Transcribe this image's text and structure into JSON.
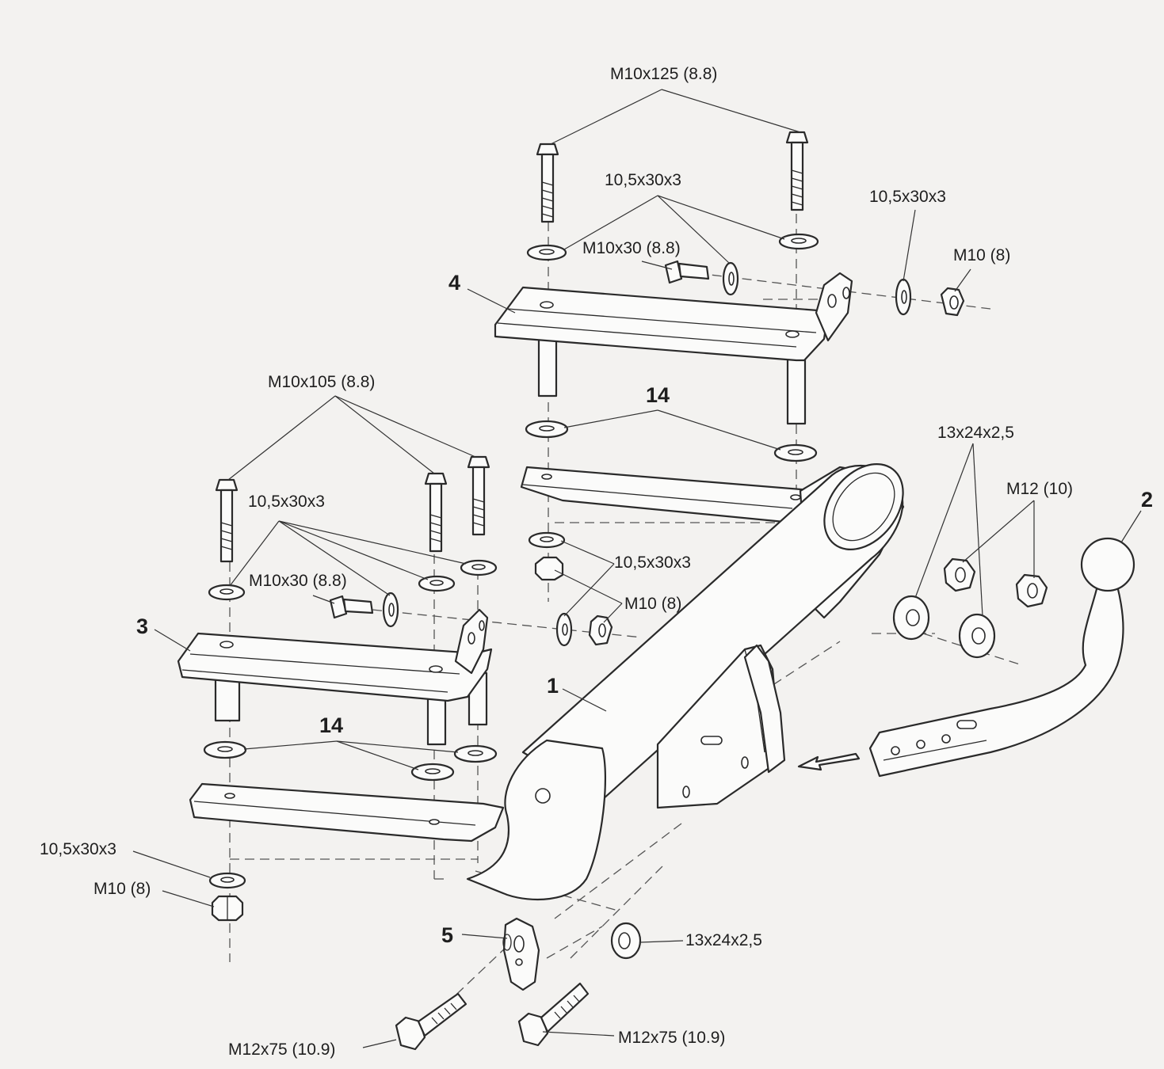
{
  "part_numbers": {
    "p1": "1",
    "p2": "2",
    "p3": "3",
    "p4": "4",
    "p5": "5",
    "p14_upper": "14",
    "p14_lower": "14"
  },
  "labels": {
    "bolt_m10x125": "M10x125 (8.8)",
    "washer_top_center": "10,5x30x3",
    "washer_top_right": "10,5x30x3",
    "bolt_m10x30_upper": "M10x30 (8.8)",
    "nut_m10_upper": "M10 (8)",
    "bolt_m10x105": "M10x105 (8.8)",
    "washer_left_group": "10,5x30x3",
    "bolt_m10x30_lower": "M10x30 (8.8)",
    "washer_center_mid": "10,5x30x3",
    "nut_m10_mid": "M10 (8)",
    "washer_13x24_top": "13x24x2,5",
    "nut_m12": "M12 (10)",
    "washer_bottom_left": "10,5x30x3",
    "nut_m10_bottom_left": "M10 (8)",
    "washer_13x24_bottom": "13x24x2,5",
    "bolt_m12x75_left": "M12x75 (10.9)",
    "bolt_m12x75_right": "M12x75 (10.9)"
  }
}
